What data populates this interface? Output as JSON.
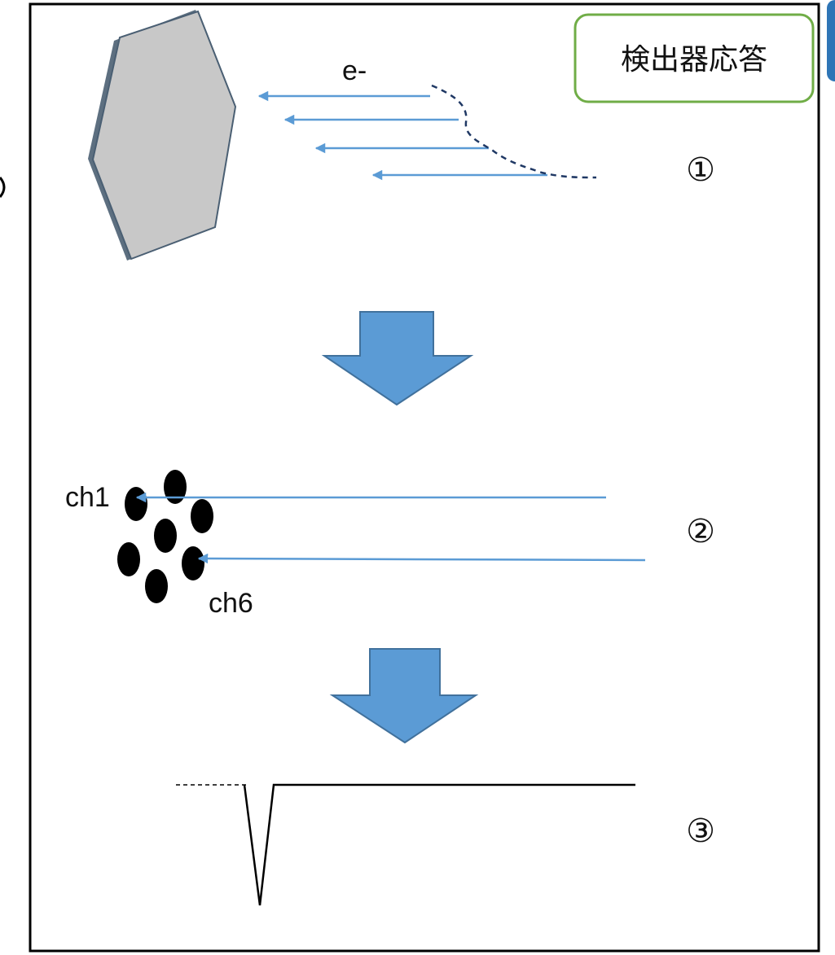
{
  "title": "検出器応答",
  "electron_label": "e-",
  "steps": [
    "①",
    "②",
    "③"
  ],
  "channel_labels": {
    "first": "ch1",
    "last": "ch6"
  },
  "colors": {
    "arrow_line": "#5b9bd5",
    "big_arrow_fill": "#5b9bd5",
    "big_arrow_stroke": "#41719c",
    "title_border": "#70ad47",
    "hexagon_fill": "#c8c8c8",
    "hexagon_edge": "#4a5f73",
    "frame": "#000000"
  }
}
